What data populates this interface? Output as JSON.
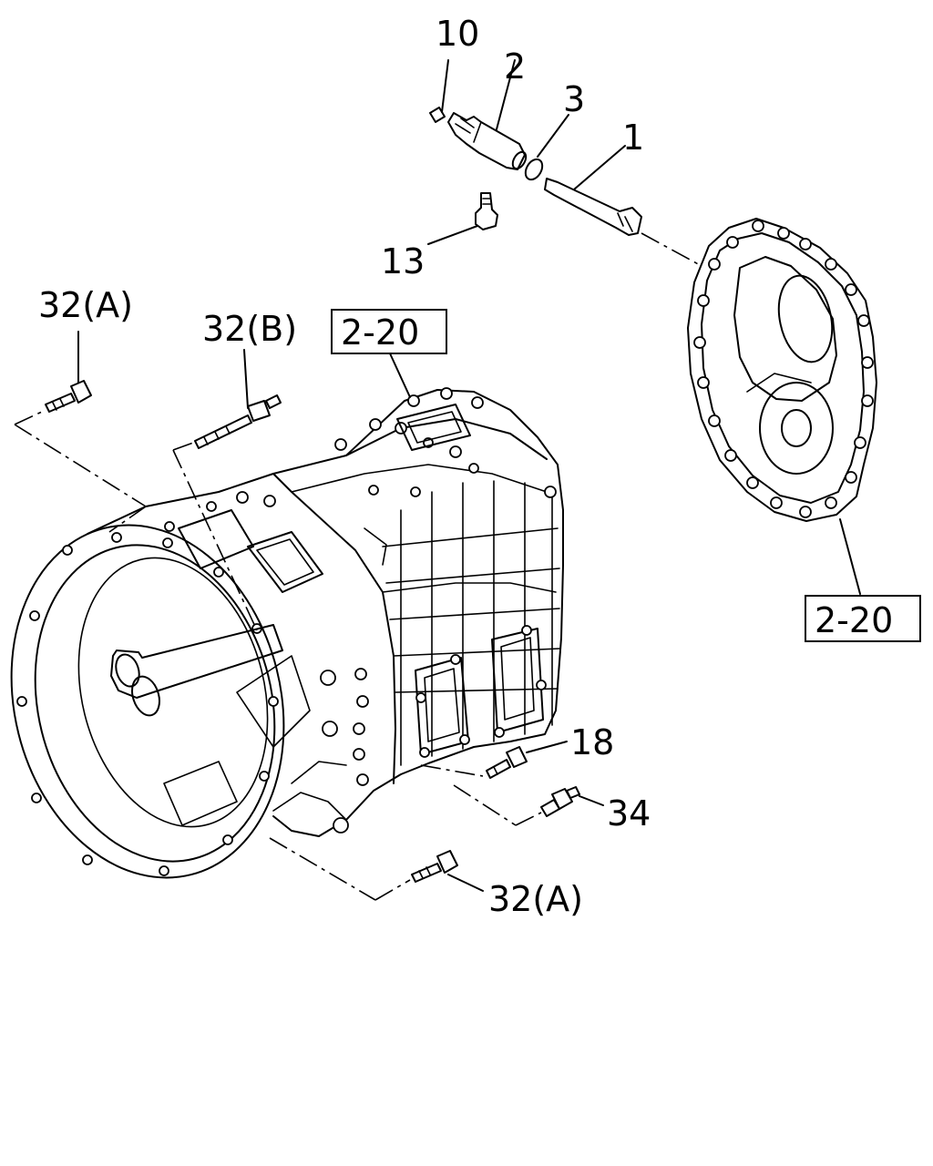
{
  "callouts": {
    "c10": "10",
    "c2": "2",
    "c3": "3",
    "c1": "1",
    "c13": "13",
    "c32a_top": "32(A)",
    "c32b": "32(B)",
    "c18": "18",
    "c34": "34",
    "c32a_bottom": "32(A)"
  },
  "references": {
    "ref_housing": "2-20",
    "ref_cover": "2-20"
  }
}
